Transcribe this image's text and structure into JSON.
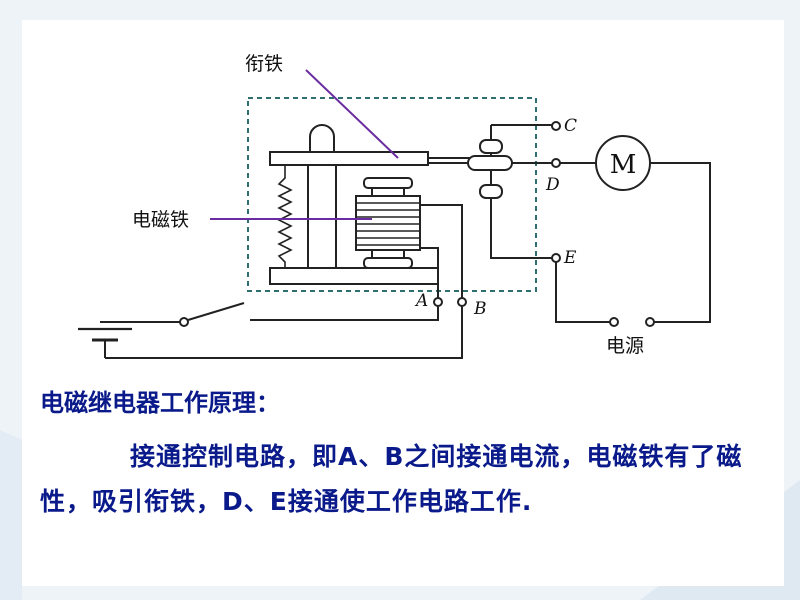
{
  "diagram": {
    "armature_label": "衔铁",
    "electromagnet_label": "电磁铁",
    "terminals": {
      "a": "A",
      "b": "B",
      "c": "C",
      "d": "D",
      "e": "E"
    },
    "motor_label": "M",
    "power_label": "电源"
  },
  "text": {
    "heading": "电磁继电器工作原理：",
    "paragraph": "接通控制电路，即A、B之间接通电流，电磁铁有了磁性，吸引衔铁，D、E接通使工作电路工作."
  },
  "colors": {
    "text_blue": "#0a1a8a",
    "pointer_purple": "#6a2ca0",
    "dashed_box": "#2f6f6f"
  }
}
